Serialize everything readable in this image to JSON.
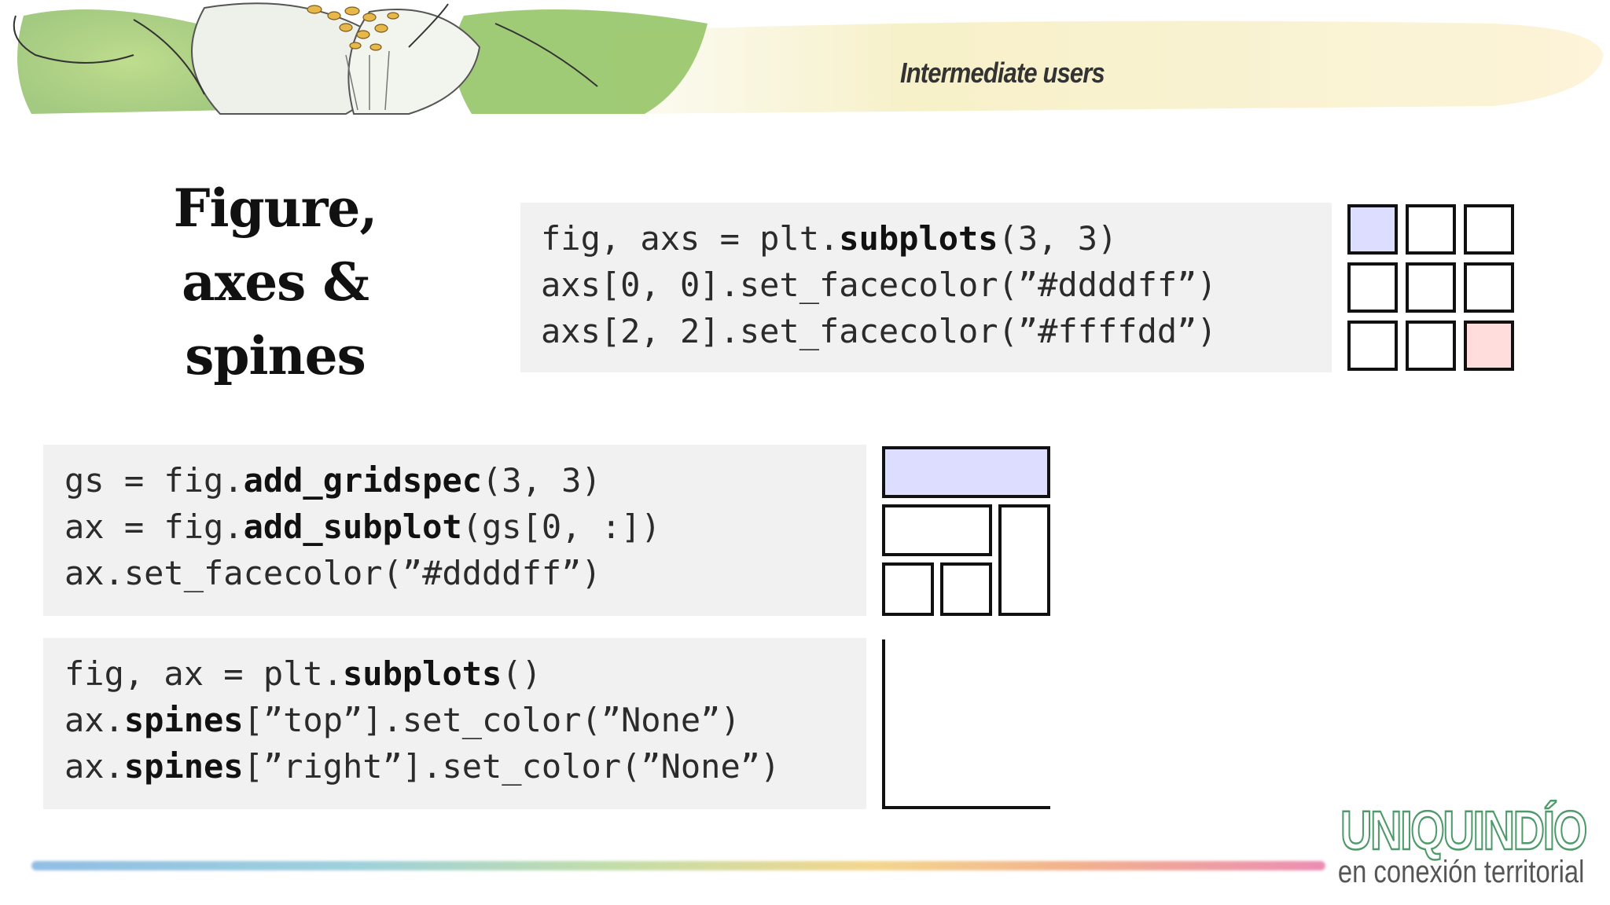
{
  "header": {
    "subtitle": "Intermediate users"
  },
  "slide": {
    "title_lines": [
      "Figure,",
      "axes &",
      "spines"
    ]
  },
  "code_blocks": [
    {
      "lines": [
        [
          {
            "t": "fig, axs = plt."
          },
          {
            "t": "subplots",
            "b": true
          },
          {
            "t": "(3, 3)"
          }
        ],
        [
          {
            "t": "axs[0, 0].set_facecolor(”#ddddff”)"
          }
        ],
        [
          {
            "t": "axs[2, 2].set_facecolor(”#ffffdd”)"
          }
        ]
      ]
    },
    {
      "lines": [
        [
          {
            "t": "gs = fig."
          },
          {
            "t": "add_gridspec",
            "b": true
          },
          {
            "t": "(3, 3)"
          }
        ],
        [
          {
            "t": "ax = fig."
          },
          {
            "t": "add_subplot",
            "b": true
          },
          {
            "t": "(gs[0, :])"
          }
        ],
        [
          {
            "t": "ax.set_facecolor(”#ddddff”)"
          }
        ]
      ]
    },
    {
      "lines": [
        [
          {
            "t": "fig, ax = plt."
          },
          {
            "t": "subplots",
            "b": true
          },
          {
            "t": "()"
          }
        ],
        [
          {
            "t": "ax."
          },
          {
            "t": "spines",
            "b": true
          },
          {
            "t": "[”top”].set_color(”None”)"
          }
        ],
        [
          {
            "t": "ax."
          },
          {
            "t": "spines",
            "b": true
          },
          {
            "t": "[”right”].set_color(”None”)"
          }
        ]
      ]
    }
  ],
  "colors": {
    "highlight_blue": "#ddddff",
    "highlight_pink": "#ffdddd",
    "cell_border": "#111111",
    "code_background": "#f1f1f1",
    "brand_green": "#4e9a6a"
  },
  "brand": {
    "name": "UNIQUINDÍO",
    "tagline": "en conexión territorial"
  }
}
